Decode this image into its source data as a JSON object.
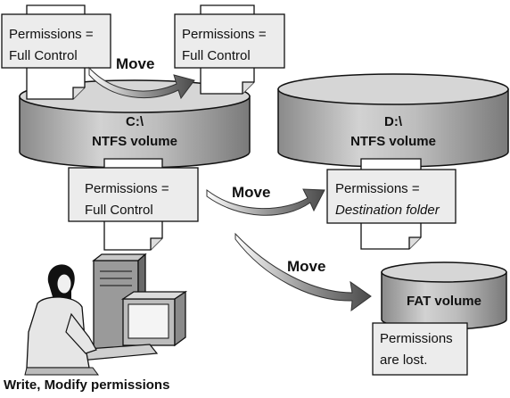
{
  "move_label": "Move",
  "volumes": {
    "c": {
      "letter": "C:\\",
      "type": "NTFS volume"
    },
    "d": {
      "letter": "D:\\",
      "type": "NTFS volume"
    },
    "fat": {
      "type": "FAT volume"
    }
  },
  "notes": {
    "top_left": {
      "line1": "Permissions =",
      "line2": "Full Control"
    },
    "top_right": {
      "line1": "Permissions =",
      "line2": "Full Control"
    },
    "c_folder": {
      "line1": "Permissions =",
      "line2": "Full Control"
    },
    "d_folder": {
      "line1": "Permissions =",
      "line2": "Destination folder"
    },
    "fat": {
      "line1": "Permissions",
      "line2": "are lost."
    }
  },
  "user_caption": "Write, Modify permissions"
}
